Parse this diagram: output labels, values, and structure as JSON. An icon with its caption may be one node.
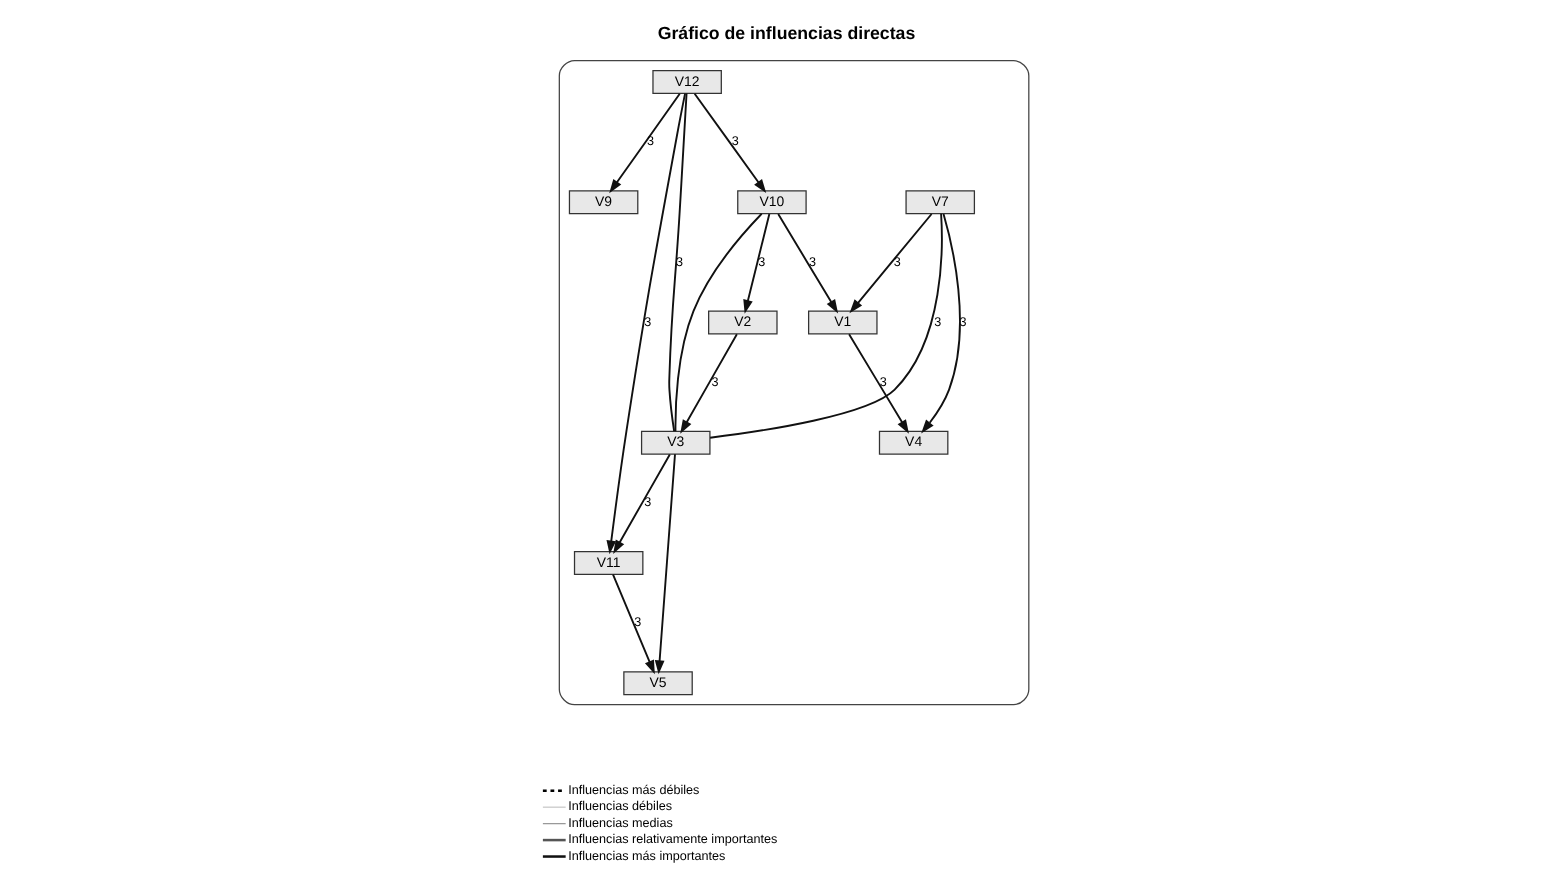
{
  "diagram": {
    "title": "Gráfico de influencias directas",
    "nodes": [
      {
        "text": [],
        "shape": "box"
      },
      {
        "text": [
          "V1"
        ],
        "in": 0
      },
      {
        "text": [
          "V4"
        ],
        "in": 0
      },
      {
        "text": [
          "V9"
        ],
        "in": 0
      },
      {
        "text": [
          "V7"
        ],
        "in": 0
      },
      {
        "text": [
          "V12"
        ],
        "in": 0
      },
      {
        "text": [
          "V2"
        ],
        "in": 0
      },
      {
        "text": [
          "V11"
        ],
        "in": 0
      },
      {
        "text": [
          "V3"
        ],
        "in": 0
      },
      {
        "text": [
          "V10"
        ],
        "in": 0
      },
      {
        "text": [
          "V5"
        ],
        "in": 0
      }
    ],
    "edges": [
      {
        "from": 1,
        "to": 2,
        "arrow": "to",
        "label": "3"
      },
      {
        "from": 4,
        "to": 2,
        "arrow": "to",
        "label": "3"
      },
      {
        "from": 4,
        "to": 1,
        "arrow": "to",
        "label": "3"
      },
      {
        "from": 9,
        "to": 1,
        "arrow": "to",
        "label": "3"
      },
      {
        "from": 5,
        "to": 3,
        "arrow": "to",
        "label": "3"
      },
      {
        "from": 4,
        "to": 8,
        "arrow": "none",
        "label": "3"
      },
      {
        "from": 5,
        "to": 7,
        "arrow": "to",
        "label": "3"
      },
      {
        "from": 6,
        "to": 8,
        "arrow": "to",
        "label": "3"
      },
      {
        "from": 5,
        "to": 8,
        "arrow": "none",
        "label": "3"
      },
      {
        "from": 9,
        "to": 6,
        "arrow": "to",
        "label": "3"
      },
      {
        "from": 5,
        "to": 9,
        "arrow": "to",
        "label": "3"
      },
      {
        "from": 8,
        "to": 7,
        "arrow": "to",
        "label": "3"
      },
      {
        "from": 7,
        "to": 10,
        "arrow": "to",
        "label": "3"
      },
      {
        "from": 8,
        "to": 10,
        "arrow": "to"
      },
      {
        "from": 9,
        "to": 8,
        "arrow": "none"
      }
    ],
    "legend": [
      {
        "text": "Influencias más débiles"
      },
      {
        "text": "Influencias débiles"
      },
      {
        "text": "Influencias medias"
      },
      {
        "text": "Influencias relativamente importantes"
      },
      {
        "text": "Influencias más importantes"
      }
    ]
  }
}
